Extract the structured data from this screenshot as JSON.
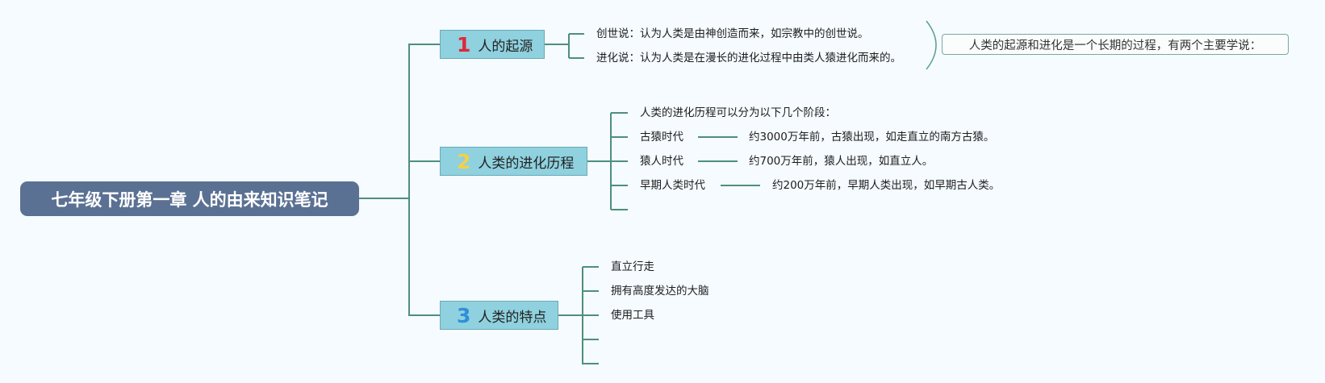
{
  "root": "七年级下册第一章 人的由来知识笔记",
  "branches": [
    {
      "num": "1",
      "label": "人的起源",
      "items": [
        "创世说：认为人类是由神创造而来，如宗教中的创世说。",
        "进化说：认为人类是在漫长的进化过程中由类人猿进化而来的。"
      ],
      "callout": "人类的起源和进化是一个长期的过程，有两个主要学说："
    },
    {
      "num": "2",
      "label": "人类的进化历程",
      "intro": "人类的进化历程可以分为以下几个阶段：",
      "stages": [
        {
          "name": "古猿时代",
          "desc": "约3000万年前，古猿出现，如走直立的南方古猿。"
        },
        {
          "name": "猿人时代",
          "desc": "约700万年前，猿人出现，如直立人。"
        },
        {
          "name": "早期人类时代",
          "desc": "约200万年前，早期人类出现，如早期古人类。"
        }
      ]
    },
    {
      "num": "3",
      "label": "人类的特点",
      "items": [
        "直立行走",
        "拥有高度发达的大脑",
        "使用工具"
      ]
    }
  ],
  "colors": {
    "root_bg": "#5b7193",
    "branch_bg": "#8fd1de",
    "connector": "#4e8f7c",
    "num1": "#e0273b",
    "num2": "#f2d14a",
    "num3": "#2f8fd8"
  }
}
